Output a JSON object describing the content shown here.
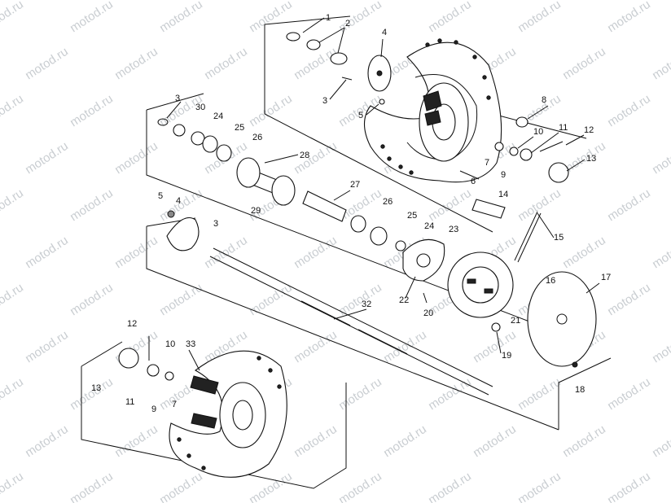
{
  "watermark": "motod.ru",
  "callouts": {
    "top_wheel": [
      "1",
      "2",
      "4",
      "3",
      "5",
      "6",
      "7",
      "8",
      "9",
      "10",
      "11",
      "12",
      "13"
    ],
    "upper_axle": [
      "3",
      "30",
      "24",
      "25",
      "26",
      "28",
      "29",
      "27",
      "26",
      "25",
      "24",
      "23",
      "14",
      "15",
      "22",
      "20"
    ],
    "lower_axle": [
      "5",
      "4",
      "3",
      "32",
      "16",
      "17",
      "21",
      "19",
      "18"
    ],
    "bottom_wheel": [
      "12",
      "10",
      "33",
      "13",
      "11",
      "9",
      "7"
    ]
  }
}
